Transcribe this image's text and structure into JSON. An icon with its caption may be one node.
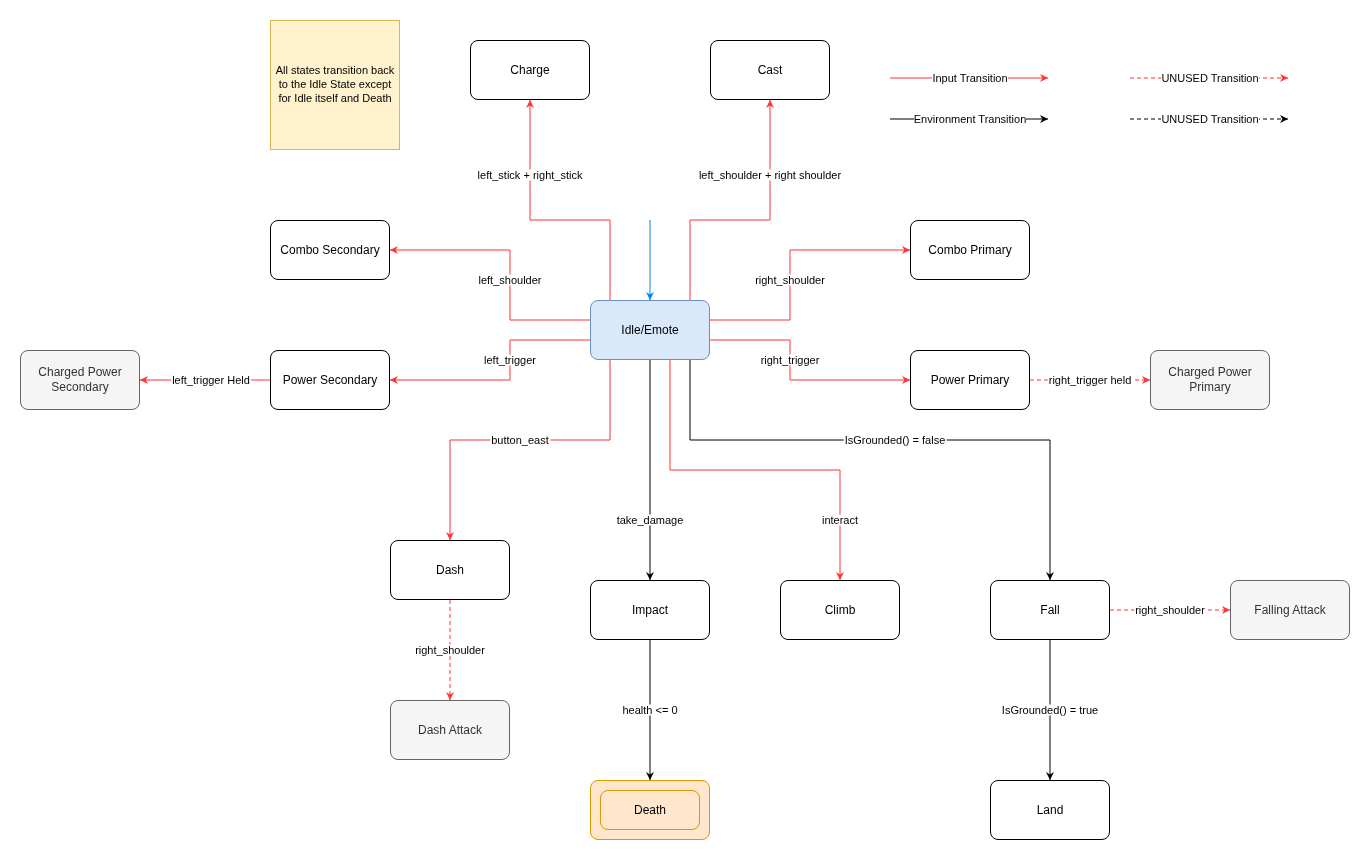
{
  "diagram": {
    "nodes": [
      {
        "text": [
          "All states transition back to the Idle State except for Idle itself and Death"
        ]
      },
      {
        "text": [
          "Charge"
        ]
      },
      {
        "text": [
          "Cast"
        ]
      },
      {
        "text": [
          "Combo Secondary"
        ]
      },
      {
        "text": [
          "Combo Primary"
        ]
      },
      {
        "text": [
          "Idle/Emote"
        ]
      },
      {
        "text": [
          "Charged Power Secondary"
        ]
      },
      {
        "text": [
          "Power Secondary"
        ]
      },
      {
        "text": [
          "Power Primary"
        ]
      },
      {
        "text": [
          "Charged Power Primary"
        ]
      },
      {
        "text": [
          "Dash"
        ]
      },
      {
        "text": [
          "Impact"
        ]
      },
      {
        "text": [
          "Climb"
        ]
      },
      {
        "text": [
          "Fall"
        ]
      },
      {
        "text": [
          "Falling Attack"
        ]
      },
      {
        "text": [
          "Dash Attack"
        ]
      },
      {
        "text": [
          "Death"
        ]
      },
      {
        "text": [
          "Land"
        ]
      }
    ],
    "edges": [
      {
        "from": null,
        "to": 5,
        "arrow": "to",
        "color": "#007fff"
      },
      {
        "from": 5,
        "to": 1,
        "arrow": "to",
        "label": "left_stick + right_stick"
      },
      {
        "from": 5,
        "to": 2,
        "arrow": "to",
        "label": "left_shoulder + right shoulder"
      },
      {
        "from": 5,
        "to": 3,
        "arrow": "to",
        "label": "left_shoulder"
      },
      {
        "from": 5,
        "to": 4,
        "arrow": "to",
        "label": "right_shoulder"
      },
      {
        "from": 5,
        "to": 7,
        "arrow": "to",
        "label": "left_trigger"
      },
      {
        "from": 7,
        "to": 6,
        "arrow": "to",
        "label": "left_trigger Held"
      },
      {
        "from": 5,
        "to": 8,
        "arrow": "to",
        "label": "right_trigger"
      },
      {
        "from": 8,
        "to": 9,
        "arrow": "to",
        "label": "right_trigger held",
        "style": "dashed"
      },
      {
        "from": 5,
        "to": 10,
        "arrow": "to",
        "label": "button_east"
      },
      {
        "from": 5,
        "to": 11,
        "arrow": "to",
        "label": "take_damage",
        "color": "#000000"
      },
      {
        "from": 5,
        "to": 12,
        "arrow": "to",
        "label": "interact"
      },
      {
        "from": 5,
        "to": 13,
        "arrow": "to",
        "label": "IsGrounded() = false",
        "color": "#000000"
      },
      {
        "from": 13,
        "to": 14,
        "arrow": "to",
        "label": "right_shoulder",
        "style": "dashed"
      },
      {
        "from": 10,
        "to": 15,
        "arrow": "to",
        "label": "right_shoulder",
        "style": "dashed"
      },
      {
        "from": 11,
        "to": 16,
        "arrow": "to",
        "label": "health <= 0",
        "color": "#000000"
      },
      {
        "from": 13,
        "to": 17,
        "arrow": "to",
        "label": "IsGrounded() = true",
        "color": "#000000"
      }
    ],
    "legend": [
      {
        "text": "Input Transition"
      },
      {
        "text": "UNUSED Transition"
      },
      {
        "text": "Environment Transition"
      },
      {
        "text": "UNUSED Transition"
      }
    ]
  }
}
